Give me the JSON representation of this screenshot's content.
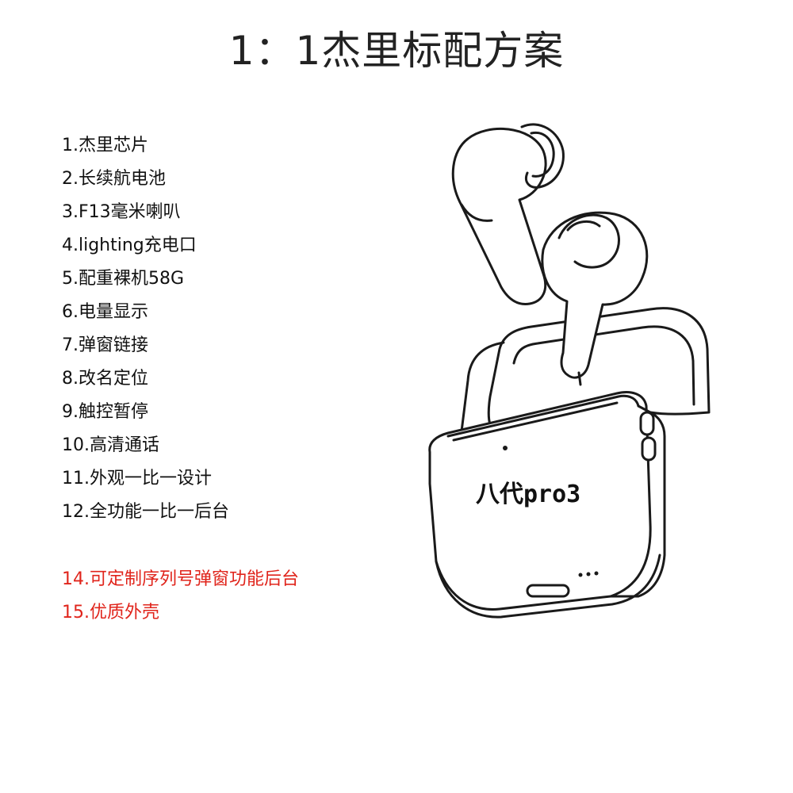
{
  "title": "1：1杰里标配方案",
  "specs": [
    "1.杰里芯片",
    "2.长续航电池",
    "3.F13毫米喇叭",
    "4.lighting充电口",
    "5.配重裸机58G",
    "6.电量显示",
    "7.弹窗链接",
    "8.改名定位",
    "9.触控暂停",
    "10.高清通话",
    "11.外观一比一设计",
    "12.全功能一比一后台"
  ],
  "extras": [
    "14.可定制序列号弹窗功能后台",
    "15.优质外壳"
  ],
  "product": {
    "label": "八代pro3"
  },
  "colors": {
    "text": "#111111",
    "highlight": "#e0241b",
    "line": "#1a1a1a"
  }
}
